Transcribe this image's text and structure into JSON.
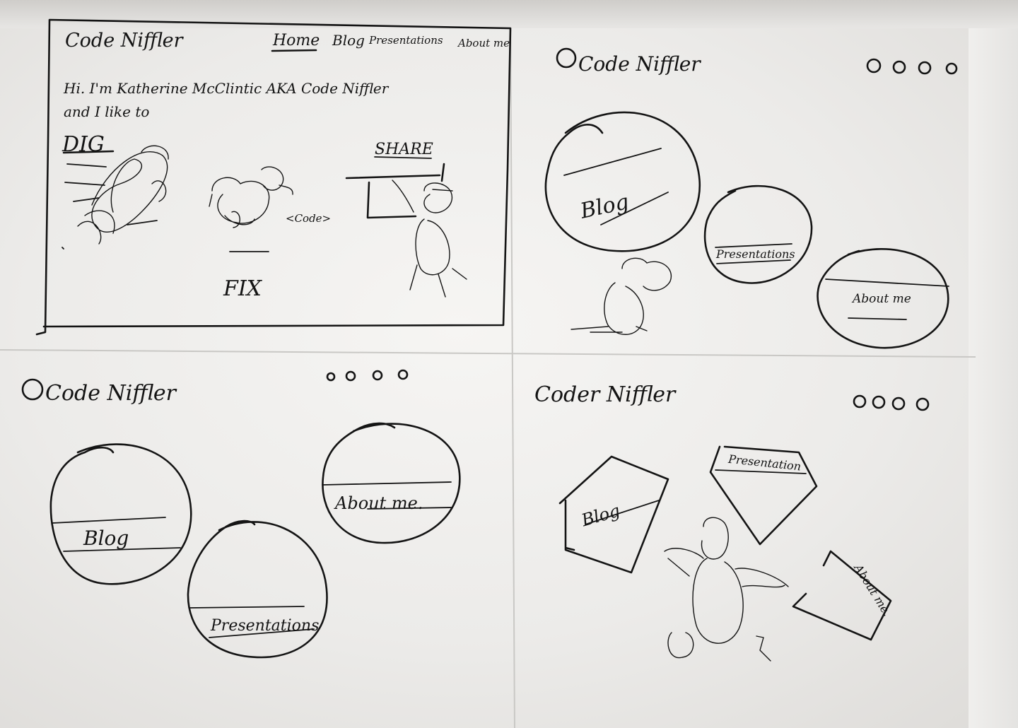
{
  "sketches": {
    "top_left": {
      "logo": "Code Niffler",
      "nav": [
        "Home",
        "Blog",
        "Presentations",
        "About me"
      ],
      "intro_line1": "Hi. I'm Katherine McClintic AKA Code Niffler",
      "intro_line2": "and I like to",
      "label_dig": "DIG",
      "label_fix": "FIX",
      "label_share": "SHARE",
      "code_tag": "<Code>"
    },
    "top_right": {
      "logo": "Code Niffler",
      "bubbles": [
        "Blog",
        "Presentations",
        "About me"
      ]
    },
    "bottom_left": {
      "logo": "Code Niffler",
      "bubbles": [
        "Blog",
        "Presentations",
        "About me."
      ]
    },
    "bottom_right": {
      "logo": "Coder Niffler",
      "shapes": [
        "Blog",
        "Presentation",
        "About me."
      ]
    }
  }
}
